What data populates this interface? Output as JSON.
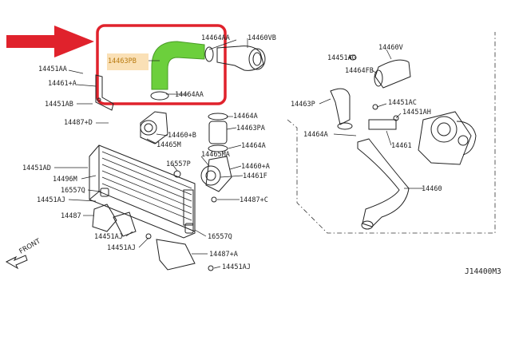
{
  "diagram": {
    "code": "J14400M3",
    "front_label": "FRONT",
    "highlight_color": "#e0222c",
    "hose_color": "#6ccf3c",
    "label_highlight_color": "#f5c77a",
    "labels": {
      "p14463PB": "14463PB",
      "p14464AA_top": "14464AA",
      "p14460VB": "14460VB",
      "p14464AA_bottom": "14464AA",
      "p14451AA": "14451AA",
      "p14461A": "14461+A",
      "p14451AB": "14451AB",
      "p14487D": "14487+D",
      "p14460B": "14460+B",
      "p14465M": "14465M",
      "p14464A_1": "14464A",
      "p14463PA": "14463PA",
      "p14464A_2": "14464A",
      "p14465MA": "14465MA",
      "p16557P": "16557P",
      "p14460A": "14460+A",
      "p14461F": "14461F",
      "p14487C": "14487+C",
      "p14451AD": "14451AD",
      "p14496M": "14496M",
      "p16557Q_1": "16557Q",
      "p14451AJ_1": "14451AJ",
      "p14487": "14487",
      "p14451AJ_2": "14451AJ",
      "p14451AJ_3": "14451AJ",
      "p16557Q_2": "16557Q",
      "p14487A": "14487+A",
      "p14451AJ_4": "14451AJ",
      "p14460V": "14460V",
      "p14451AG": "14451AG",
      "p14464FB": "14464FB",
      "p14463P": "14463P",
      "p14451AC": "14451AC",
      "p14451AH": "14451AH",
      "p14464A_3": "14464A",
      "p14461": "14461",
      "p14460": "14460"
    }
  }
}
